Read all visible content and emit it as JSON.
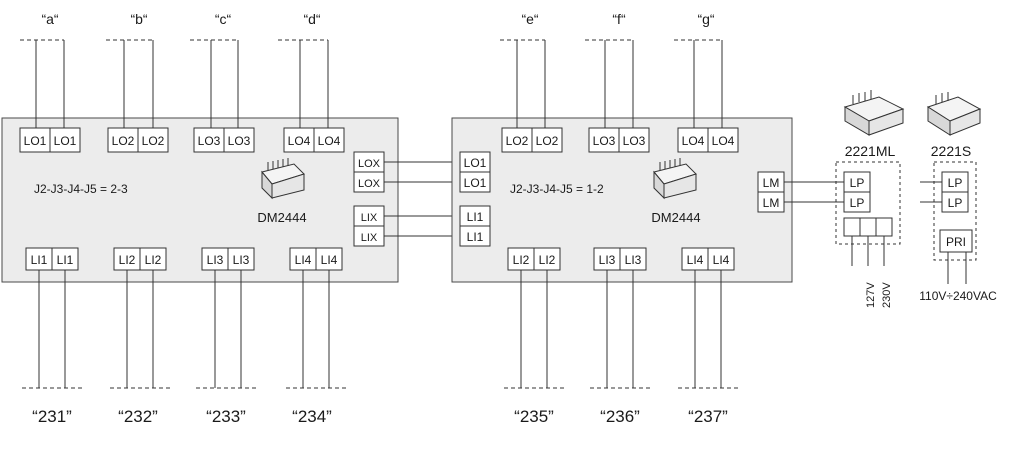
{
  "module_left": {
    "name": "DM2444",
    "jumper": "J2-J3-J4-J5 = 2-3",
    "top_terminals": [
      "LO1",
      "LO1",
      "LO2",
      "LO2",
      "LO3",
      "LO3",
      "LO4",
      "LO4"
    ],
    "bottom_terminals": [
      "LI1",
      "LI1",
      "LI2",
      "LI2",
      "LI3",
      "LI3",
      "LI4",
      "LI4"
    ],
    "top_labels": [
      "“a“",
      "“b“",
      "“c“",
      "“d“"
    ],
    "bottom_labels": [
      "“231”",
      "“232”",
      "“233”",
      "“234”"
    ],
    "side_terminals": [
      "LOX",
      "LOX",
      "LIX",
      "LIX"
    ]
  },
  "module_right": {
    "name": "DM2444",
    "jumper": "J2-J3-J4-J5 = 1-2",
    "top_terminals": [
      "LO2",
      "LO2",
      "LO3",
      "LO3",
      "LO4",
      "LO4"
    ],
    "bottom_terminals": [
      "LI2",
      "LI2",
      "LI3",
      "LI3",
      "LI4",
      "LI4"
    ],
    "top_labels": [
      "“e“",
      "“f“",
      "“g“"
    ],
    "bottom_labels": [
      "“235”",
      "“236”",
      "“237”"
    ],
    "side_in_terminals": [
      "LO1",
      "LO1",
      "LI1",
      "LI1"
    ],
    "side_out_terminals": [
      "LM",
      "LM"
    ]
  },
  "psu_ml": {
    "name": "2221ML",
    "terminals": [
      "LP",
      "LP"
    ],
    "voltages": [
      "127V",
      "230V"
    ]
  },
  "psu_s": {
    "name": "2221S",
    "terminals": [
      "LP",
      "LP"
    ],
    "pri": "PRI",
    "supply": "110V÷240VAC"
  }
}
